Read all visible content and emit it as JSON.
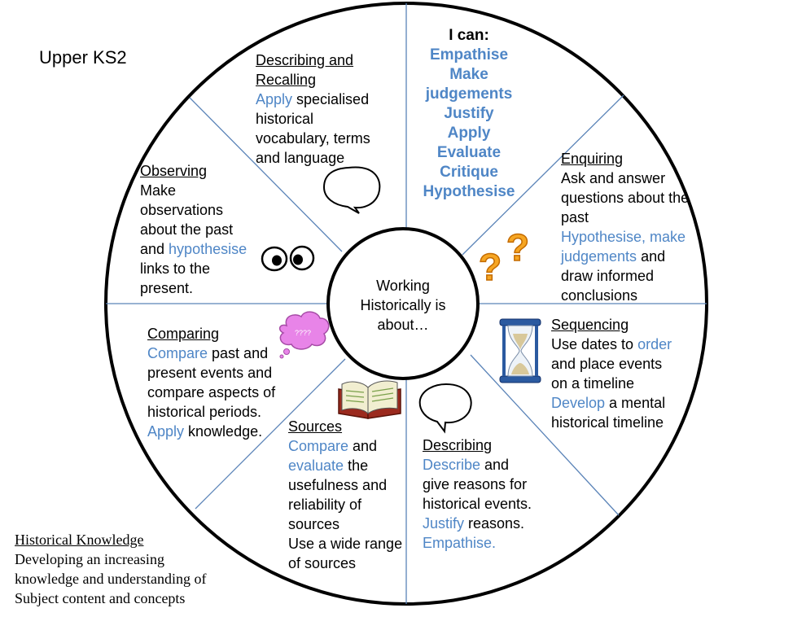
{
  "title": "Upper KS2",
  "center": {
    "line1": "Working",
    "line2": "Historically is",
    "line3": "about…"
  },
  "i_can": {
    "heading": "I can:",
    "verbs": [
      "Empathise",
      "Make",
      "judgements",
      "Justify",
      "Apply",
      "Evaluate",
      "Critique",
      "Hypothesise"
    ]
  },
  "segments": {
    "describing_recalling": {
      "title1": "Describing and",
      "title2": "Recalling",
      "b1": "Apply",
      "t1": " specialised",
      "l2": "historical",
      "l3": "vocabulary, terms",
      "l4": "and language"
    },
    "observing": {
      "title": "Observing",
      "l1": "Make",
      "l2": "observations",
      "l3": "about the past",
      "l4a": "and ",
      "l4b": "hypothesise",
      "l5": "links to the",
      "l6": "present."
    },
    "enquiring": {
      "title": "Enquiring",
      "l1": "Ask and answer",
      "l2": "questions about the",
      "l3": "past",
      "b1": "Hypothesise, make",
      "b2": "judgements",
      "t2": " and",
      "l6": "draw informed",
      "l7": "conclusions"
    },
    "comparing": {
      "title": "Comparing",
      "b1": "Compare",
      "t1": " past and",
      "l2": "present events and",
      "l3": "compare aspects of",
      "l4": "historical periods.",
      "b2": "Apply",
      "t2": " knowledge."
    },
    "sequencing": {
      "title": "Sequencing",
      "l1a": "Use dates to ",
      "l1b": "order",
      "l2": "and place events",
      "l3": "on a timeline",
      "b1": "Develop",
      "t1": " a mental",
      "l5": "historical timeline"
    },
    "sources": {
      "title": "Sources",
      "b1": "Compare",
      "t1": " and",
      "b2": "evaluate",
      "t2": " the",
      "l3": "usefulness and",
      "l4": "reliability of",
      "l5": "sources",
      "l6": "Use a wide range",
      "l7": "of sources"
    },
    "describing": {
      "title": "Describing",
      "b1": "Describe",
      "t1": " and",
      "l2": "give reasons for",
      "l3": "historical events.",
      "b2": "Justify",
      "t2": " reasons.",
      "b3": "Empathise."
    }
  },
  "thought_bubble_text": "????",
  "historical_knowledge": {
    "title": "Historical Knowledge",
    "l1": "Developing an increasing",
    "l2": "knowledge and understanding of",
    "l3": "Subject content and concepts"
  },
  "colors": {
    "accent_blue": "#4f86c6",
    "divider": "#5b84b8",
    "cloud": "#e884e8"
  }
}
